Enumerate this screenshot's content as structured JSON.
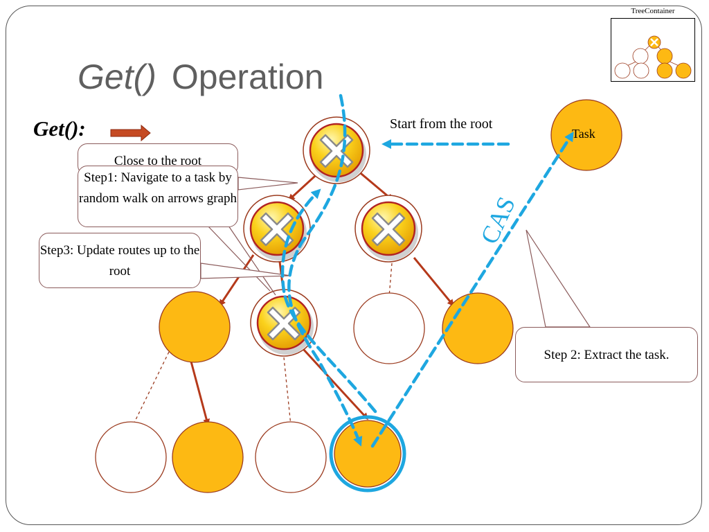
{
  "slide": {
    "title_fn": "Get()",
    "title_rest": "Operation",
    "get_label": "Get():"
  },
  "callouts": {
    "close_to_root": "Close to the root",
    "step1": "Step1: Navigate to a task by random walk on arrows graph",
    "step3": "Step3: Update routes up to the root",
    "step2": "Step 2: Extract the task."
  },
  "labels": {
    "start_from_root": "Start from the root",
    "task": "Task",
    "cas": "CAS",
    "tree_container": "TreeContainer"
  },
  "colors": {
    "task_fill": "#FDB913",
    "node_stroke": "#9B3B1F",
    "arrow": "#B5391A",
    "cas_blue": "#1EA7E0",
    "title_gray": "#5F5F5F"
  },
  "icons": {
    "marked_node": "x-mark-icon",
    "legend_arrow": "arrow-right-icon"
  }
}
